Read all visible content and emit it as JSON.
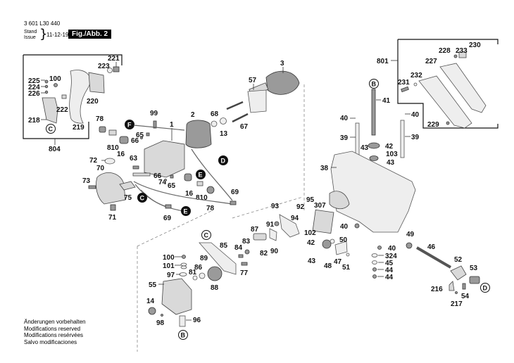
{
  "header": {
    "part_number": "3 601 L30 440",
    "stand_label": "Stand",
    "issue_label": "Issue",
    "brace": "}",
    "date": "11-12-19",
    "figure_label": "Fig./Abb. 2"
  },
  "footnote": {
    "lines": [
      "Änderungen vorbehalten",
      "Modifications reserved",
      "Modifications resérvées",
      "Salvo modificaciones"
    ]
  },
  "assembly_groups": [
    {
      "id": "804",
      "label": "804",
      "parts": [
        "218",
        "219",
        "220",
        "221",
        "222",
        "223",
        "224",
        "225",
        "226",
        "100"
      ]
    },
    {
      "id": "801",
      "label": "801",
      "parts": [
        "227",
        "228",
        "229",
        "230",
        "231",
        "232",
        "233"
      ]
    }
  ],
  "part_labels": [
    "221",
    "223",
    "225",
    "100",
    "224",
    "226",
    "222",
    "220",
    "218",
    "219",
    "804",
    "3",
    "57",
    "2",
    "68",
    "13",
    "67",
    "99",
    "1",
    "65",
    "66",
    "78",
    "810",
    "16",
    "72",
    "70",
    "73",
    "63",
    "74",
    "75",
    "71",
    "69",
    "41",
    "40",
    "39",
    "42",
    "43",
    "103",
    "38",
    "801",
    "227",
    "228",
    "233",
    "230",
    "231",
    "232",
    "229",
    "93",
    "92",
    "95",
    "307",
    "91",
    "94",
    "87",
    "83",
    "84",
    "82",
    "90",
    "85",
    "102",
    "42",
    "50",
    "43",
    "48",
    "47",
    "51",
    "100",
    "101",
    "97",
    "89",
    "86",
    "81",
    "88",
    "77",
    "55",
    "14",
    "98",
    "96",
    "49",
    "46",
    "324",
    "45",
    "44",
    "52",
    "53",
    "54",
    "216",
    "217"
  ],
  "reference_markers": {
    "open": [
      "C",
      "B",
      "C",
      "D",
      "B"
    ],
    "solid": [
      "F",
      "D",
      "E",
      "C",
      "E"
    ]
  }
}
